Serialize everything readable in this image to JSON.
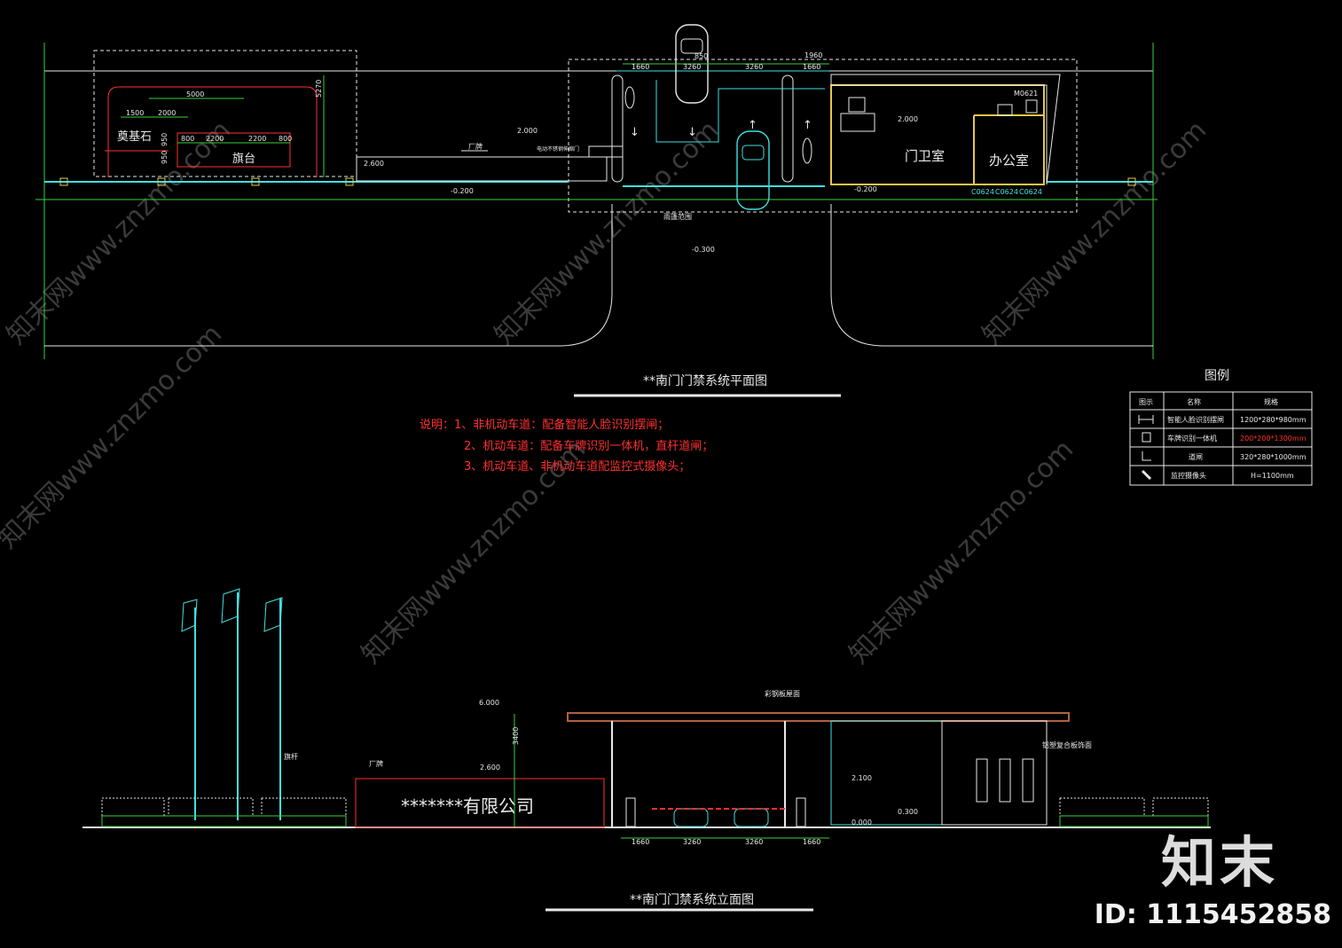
{
  "plan": {
    "title": "**南门门禁系统平面图",
    "rooms": {
      "guard": "门卫室",
      "office": "办公室"
    },
    "features": {
      "foundation_stone": "奠基石",
      "flag_platform": "旗台",
      "factory_sign": "厂牌",
      "canopy": "雨篷范围",
      "gate_machine_note": "电动不锈钢伸缩门"
    },
    "levels": {
      "l1": "2.000",
      "l2": "2.600",
      "l3": "-0.200",
      "l4": "2.000",
      "l5": "-0.200",
      "l6": "-0.300"
    },
    "dims": {
      "d1": "5000",
      "d2": "1500",
      "d3": "2000",
      "d4": "800",
      "d5": "2200",
      "d6": "2200",
      "d7": "800",
      "d8": "950",
      "d9": "950",
      "d10": "3260",
      "d11": "3260",
      "d12": "1660",
      "d13": "1660",
      "d14": "1960",
      "d15": "850",
      "d16": "5270"
    },
    "windows": [
      "C0624",
      "C0624",
      "C0624"
    ],
    "door": "M0621"
  },
  "notes": {
    "line1": "说明：1、非机动车道：配备智能人脸识别摆闸；",
    "line2": "2、机动车道：配备车牌识别一体机，直杆道闸；",
    "line3": "3、机动车道、非机动车道配监控式摄像头；"
  },
  "legend": {
    "title": "图例",
    "headers": [
      "图示",
      "名称",
      "规格"
    ],
    "rows": [
      {
        "name": "智能人脸识别摆闸",
        "spec": "1200*280*980mm",
        "spec_color": "#e8e8e8"
      },
      {
        "name": "车牌识别一体机",
        "spec": "200*200*1300mm",
        "spec_color": "#ff3030"
      },
      {
        "name": "道闸",
        "spec": "320*280*1000mm",
        "spec_color": "#e8e8e8"
      },
      {
        "name": "监控摄像头",
        "spec": "H=1100mm",
        "spec_color": "#e8e8e8"
      }
    ]
  },
  "elevation": {
    "title": "**南门门禁系统立面图",
    "labels": {
      "roof": "彩钢板屋面",
      "cladding": "铝塑复合板饰面",
      "flagpole": "旗杆",
      "factory_sign": "厂牌",
      "company": "*******有限公司"
    },
    "levels": {
      "e1": "6.000",
      "e2": "2.600",
      "e3": "2.100",
      "e4": "0.300",
      "e5": "0.000"
    },
    "dims": {
      "d1": "3400",
      "d2": "1660",
      "d3": "3260",
      "d4": "3260",
      "d5": "1660"
    }
  },
  "watermark": "知末网www.znzmo.com",
  "brand": {
    "logo": "知末",
    "id": "ID: 1115452858"
  },
  "colors": {
    "line_white": "#e8e8e8",
    "line_cyan": "#40e0e0",
    "line_green": "#3ad23a",
    "line_red": "#ff3030",
    "line_yellow": "#e6c84a",
    "roof_brown": "#b06040"
  }
}
